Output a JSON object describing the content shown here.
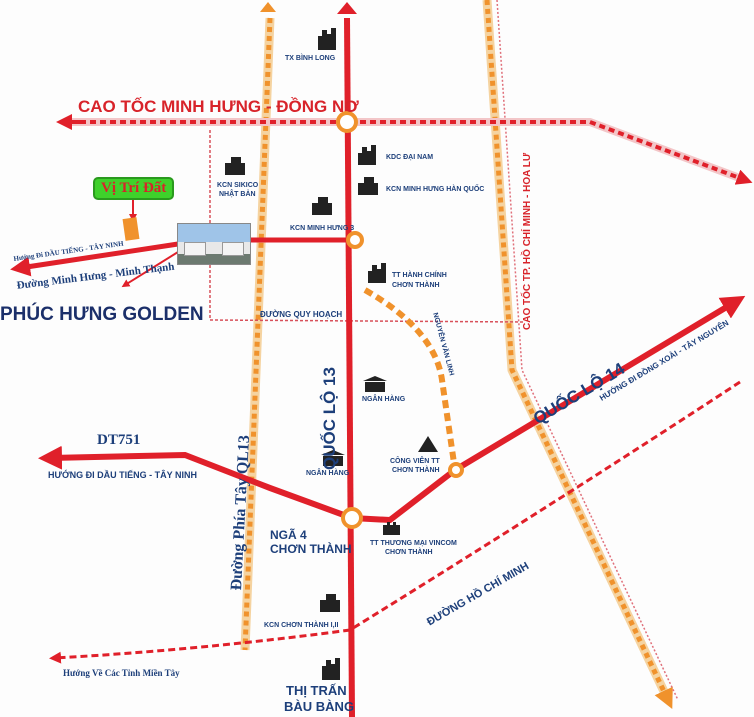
{
  "title": "PHÚC HƯNG GOLDEN",
  "site_marker": "Vị Trí Đất",
  "roads": {
    "cao_toc_minh_hung_dong_no": "CAO TỐC MINH HƯNG - ĐỒNG NƠ",
    "cao_toc_hcm_hoa_lu": "CAO TỐC TP. HỒ CHÍ MINH - HOA LƯ",
    "quoc_lo_13": "QUỐC LỘ 13",
    "quoc_lo_14": "QUỐC LỘ 14",
    "phia_tay_ql13": "Đường Phía Tây QL13",
    "dt751": "DT751",
    "duong_ho_chi_minh": "ĐƯỜNG HỒ CHÍ MINH",
    "nguyen_van_linh": "NGUYỄN VĂN LINH",
    "quy_hoach": "ĐƯỜNG QUY HOẠCH",
    "minh_hung_minh_thanh": "Đường Minh Hưng - Minh Thạnh"
  },
  "directions": {
    "dau_tieng_top": "Hướng Đi DẦU TIẾNG - TÂY NINH",
    "dau_tieng": "HƯỚNG ĐI DẦU TIẾNG - TÂY NINH",
    "dong_xoai": "HƯỚNG ĐI ĐỒNG XOÀI - TÂY NGUYÊN",
    "mien_tay": "Hướng Về Các Tỉnh Miền Tây"
  },
  "places": {
    "binh_long": "TX BÌNH LONG",
    "kdc_dai_nam": "KDC ĐẠI NAM",
    "kcn_minh_hung_han_quoc": "KCN MINH HƯNG HÀN QUỐC",
    "kcn_sikico_1": "KCN SIKICO",
    "kcn_sikico_2": "NHẬT BẢN",
    "kcn_minh_hung_3": "KCN MINH HƯNG 3",
    "tt_hanh_chinh_1": "TT HÀNH CHÍNH",
    "tt_hanh_chinh_2": "CHƠN THÀNH",
    "ngan_hang_1": "NGÂN HÀNG",
    "ngan_hang_2": "NGÂN HÀNG",
    "cong_vien_1": "CÔNG VIÊN TT",
    "cong_vien_2": "CHƠN THÀNH",
    "nga4_1": "NGÃ 4",
    "nga4_2": "CHƠN THÀNH",
    "vincom_1": "TT THƯƠNG MẠI VINCOM",
    "vincom_2": "CHƠN THÀNH",
    "kcn_chon_thanh": "KCN CHƠN THÀNH I,II",
    "bau_bang_1": "THỊ TRẤN",
    "bau_bang_2": "BÀU BÀNG"
  },
  "colors": {
    "road": "#e0202a",
    "orange": "#f0922c",
    "text": "#1d3f7a",
    "marker": "#3fd12b"
  }
}
